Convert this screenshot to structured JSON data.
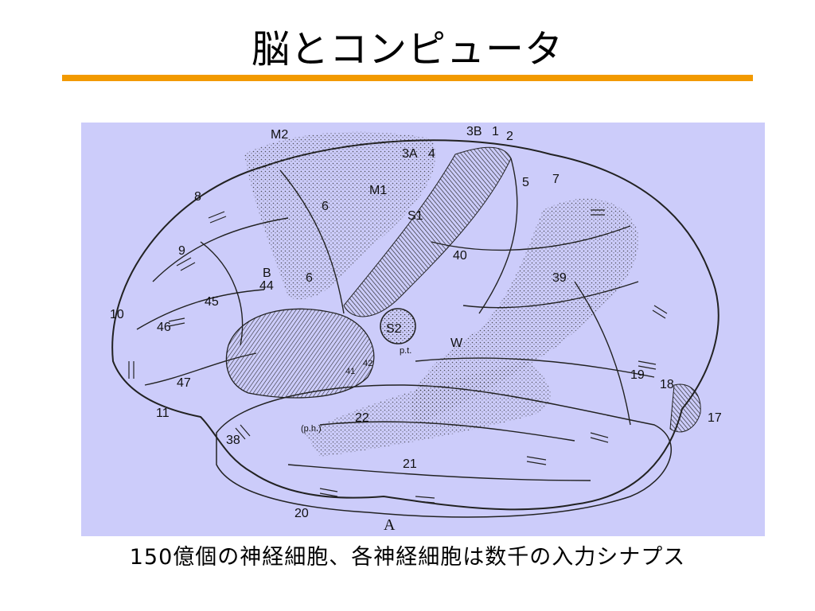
{
  "slide": {
    "title": "脳とコンピュータ",
    "caption": "150億個の神経細胞、各神経細胞は数千の入力シナプス",
    "accent_color": "#f29a00",
    "figure_background": "#ccccfa"
  },
  "diagram": {
    "area_labels": [
      "M2",
      "3B",
      "1",
      "2",
      "3A",
      "4",
      "M1",
      "5",
      "7",
      "8",
      "6",
      "S1",
      "9",
      "40",
      "B",
      "44",
      "6",
      "39",
      "45",
      "10",
      "46",
      "S2",
      "W",
      "p.t.",
      "41",
      "42",
      "19",
      "18",
      "47",
      "17",
      "11",
      "22",
      "(p.h.)",
      "38",
      "21",
      "20",
      "A"
    ]
  }
}
